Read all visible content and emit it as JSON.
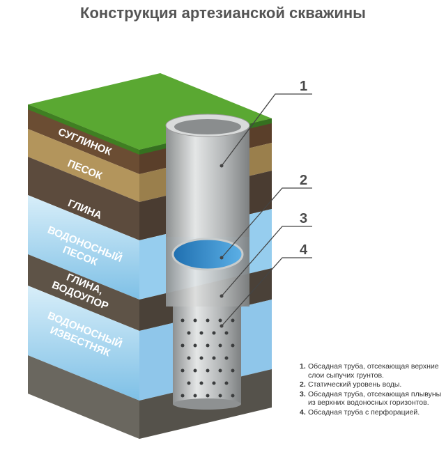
{
  "title": "Конструкция артезианской скважины",
  "layers": {
    "loam": "СУГЛИНОК",
    "sand": "ПЕСОК",
    "clay": "ГЛИНА",
    "aquifer_sand_1": "ВОДОНОСНЫЙ",
    "aquifer_sand_2": "ПЕСОК",
    "aquiclude_1": "ГЛИНА,",
    "aquiclude_2": "ВОДОУПОР",
    "aquifer_lime_1": "ВОДОНОСНЫЙ",
    "aquifer_lime_2": "ИЗВЕСТНЯК"
  },
  "callouts": [
    "1",
    "2",
    "3",
    "4"
  ],
  "legend": [
    {
      "num": "1.",
      "text": "Обсадная труба, отсекающая верхние слои сыпучих грунтов."
    },
    {
      "num": "2.",
      "text": "Статический уровень воды."
    },
    {
      "num": "3.",
      "text": "Обсадная труба, отсекающая плывуны из верхних водоносных горизонтов."
    },
    {
      "num": "4.",
      "text": "Обсадная труба с перфорацией."
    }
  ],
  "colors": {
    "grass": "#5aa832",
    "loam": "#7a5a3a",
    "sand": "#b99a63",
    "clay": "#5b4a3e",
    "water": "#a9d7f0",
    "pipe": "#b9bcbd"
  }
}
